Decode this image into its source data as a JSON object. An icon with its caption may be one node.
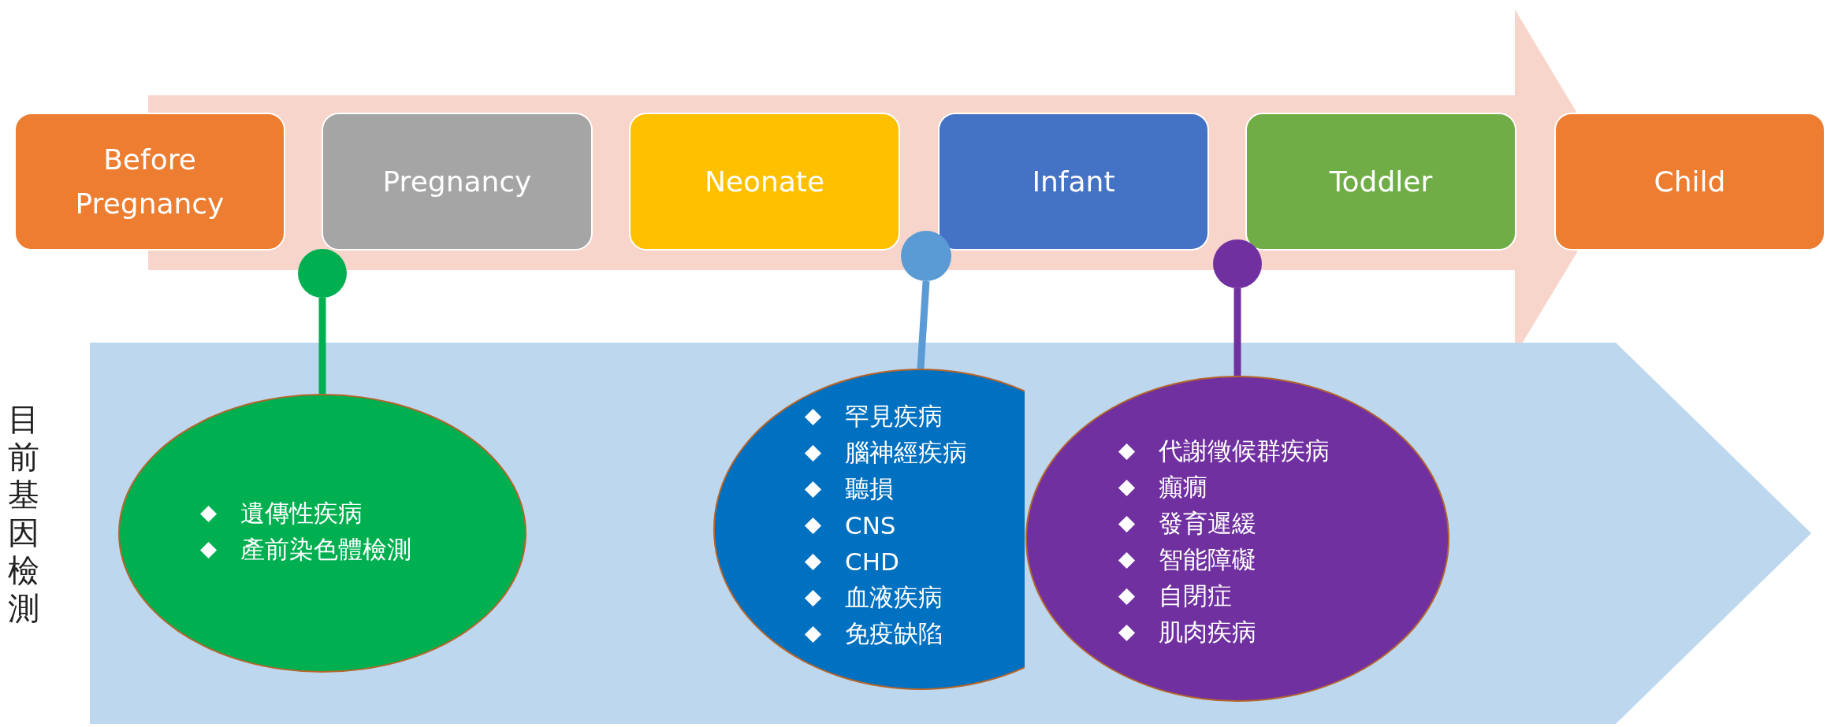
{
  "diagram": {
    "nodes": [
      {
        "text": [
          "Before Pregnancy"
        ]
      },
      {
        "text": [
          "Pregnancy"
        ]
      },
      {
        "text": [
          "Neonate"
        ]
      },
      {
        "text": [
          "Infant"
        ]
      },
      {
        "text": [
          "Toddler"
        ]
      },
      {
        "text": [
          "Child"
        ]
      },
      {
        "text": [],
        "shape": "circle"
      },
      {
        "text": [],
        "shape": "circle"
      },
      {
        "text": [],
        "shape": "circle"
      },
      {
        "text": [
          "遺傳性疾病",
          "產前染色體檢測"
        ]
      },
      {
        "text": [
          "罕見疾病",
          "腦神經疾病",
          "聽損",
          "CNS",
          "CHD",
          "血液疾病",
          "免疫缺陷"
        ]
      },
      {
        "text": [
          "代謝徵候群疾病",
          "癲癇",
          "發育遲緩",
          "智能障礙",
          "自閉症",
          "肌肉疾病"
        ]
      }
    ],
    "edges": [
      {
        "from": 6,
        "to": 9,
        "arrow": "none",
        "color": "#00b050"
      },
      {
        "from": 7,
        "to": 10,
        "arrow": "none",
        "color": "#5b9bd5"
      },
      {
        "from": 8,
        "to": 11,
        "arrow": "none",
        "color": "#7030a0"
      }
    ],
    "labels": [
      "目前基因檢測"
    ]
  }
}
